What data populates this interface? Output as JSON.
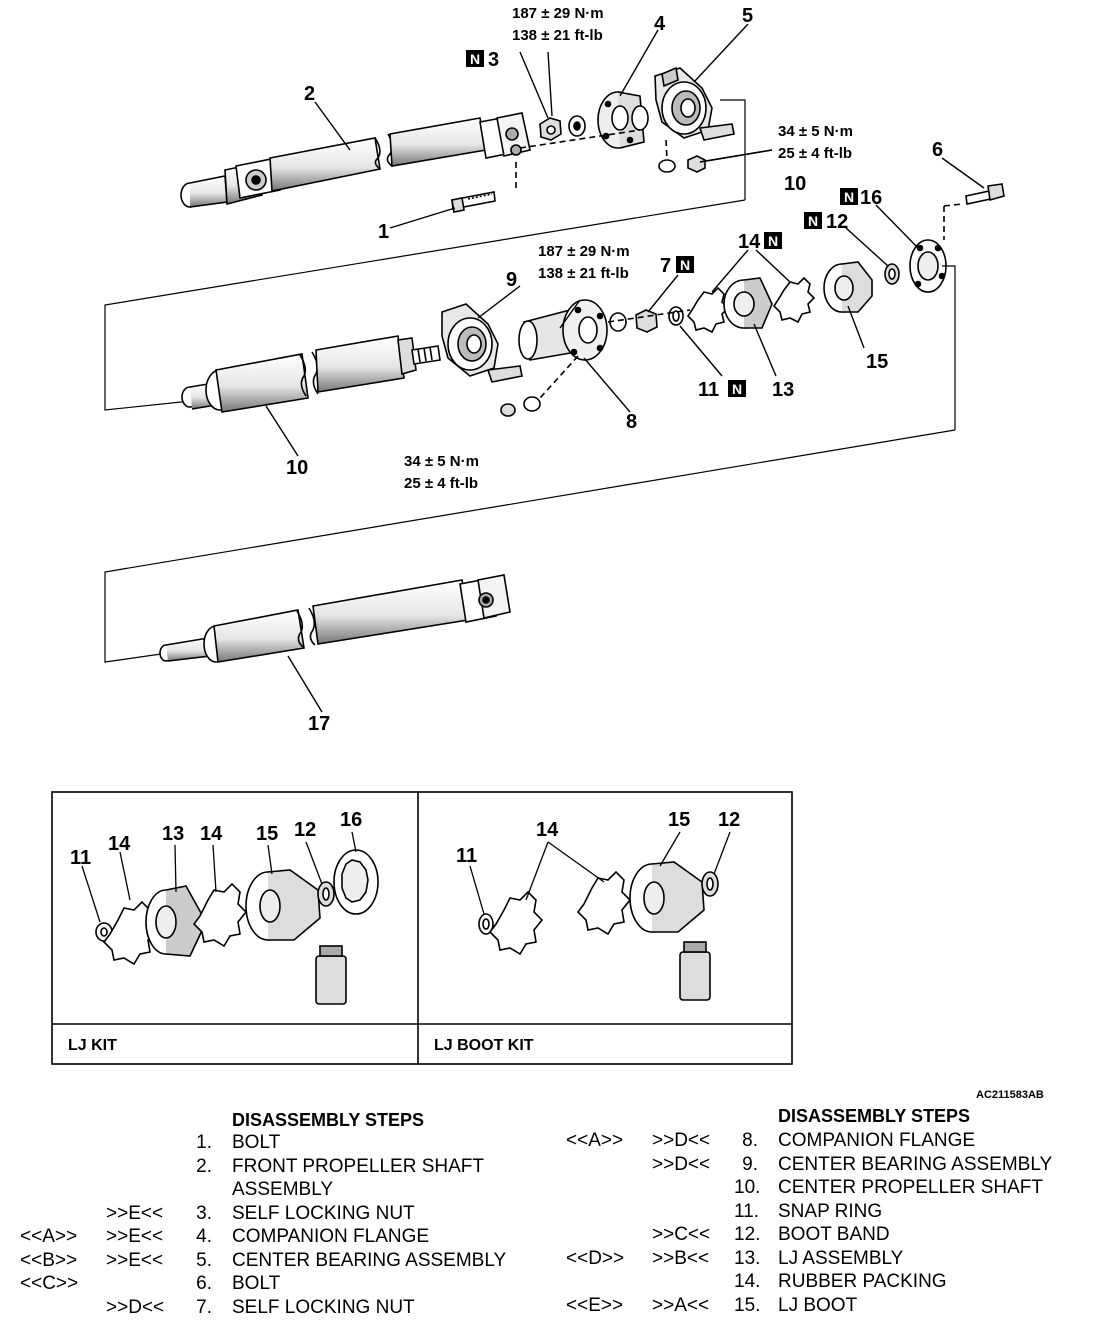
{
  "diagram": {
    "torques": {
      "t3_a": "187 ± 29 N·m",
      "t3_b": "138 ± 21 ft-lb",
      "t5_a": "34 ± 5 N·m",
      "t5_b": "25 ± 4 ft-lb",
      "t7_a": "187 ± 29 N·m",
      "t7_b": "138 ± 21 ft-lb",
      "t9_a": "34 ± 5 N·m",
      "t9_b": "25 ± 4 ft-lb"
    },
    "badge": "N",
    "callouts": {
      "n1": "1",
      "n2": "2",
      "n3": "3",
      "n4": "4",
      "n5": "5",
      "n6": "6",
      "n7": "7",
      "n8": "8",
      "n9": "9",
      "n10a": "10",
      "n10b": "10",
      "n11": "11",
      "n12": "12",
      "n13": "13",
      "n14": "14",
      "n15": "15",
      "n16": "16",
      "n17": "17"
    },
    "lj_kit": {
      "label": "LJ KIT",
      "nums": [
        "11",
        "14",
        "13",
        "14",
        "15",
        "12",
        "16"
      ]
    },
    "lj_boot_kit": {
      "label": "LJ BOOT KIT",
      "nums": [
        "11",
        "14",
        "15",
        "12"
      ]
    },
    "figure_code": "AC211583AB"
  },
  "steps_left": {
    "title": "DISASSEMBLY STEPS",
    "rows": [
      {
        "a": "",
        "b": "",
        "n": "1.",
        "t": "BOLT"
      },
      {
        "a": "",
        "b": "",
        "n": "2.",
        "t": "FRONT PROPELLER SHAFT"
      },
      {
        "a": "",
        "b": "",
        "n": "",
        "t": "ASSEMBLY"
      },
      {
        "a": "",
        "b": ">>E<<",
        "n": "3.",
        "t": "SELF LOCKING NUT"
      },
      {
        "a": "<<A>>",
        "b": ">>E<<",
        "n": "4.",
        "t": "COMPANION FLANGE"
      },
      {
        "a": "<<B>>",
        "b": ">>E<<",
        "n": "5.",
        "t": "CENTER BEARING ASSEMBLY"
      },
      {
        "a": "<<C>>",
        "b": "",
        "n": "6.",
        "t": "BOLT"
      },
      {
        "a": "",
        "b": ">>D<<",
        "n": "7.",
        "t": "SELF LOCKING NUT"
      }
    ]
  },
  "steps_right": {
    "title": "DISASSEMBLY STEPS",
    "rows": [
      {
        "a": "<<A>>",
        "b": ">>D<<",
        "n": "8.",
        "t": "COMPANION FLANGE"
      },
      {
        "a": "",
        "b": ">>D<<",
        "n": "9.",
        "t": "CENTER BEARING ASSEMBLY"
      },
      {
        "a": "",
        "b": "",
        "n": "10.",
        "t": "CENTER PROPELLER SHAFT"
      },
      {
        "a": "",
        "b": "",
        "n": "11.",
        "t": "SNAP RING"
      },
      {
        "a": "",
        "b": ">>C<<",
        "n": "12.",
        "t": "BOOT BAND"
      },
      {
        "a": "<<D>>",
        "b": ">>B<<",
        "n": "13.",
        "t": "LJ ASSEMBLY"
      },
      {
        "a": "",
        "b": "",
        "n": "14.",
        "t": "RUBBER PACKING"
      },
      {
        "a": "<<E>>",
        "b": ">>A<<",
        "n": "15.",
        "t": "LJ BOOT"
      }
    ]
  }
}
